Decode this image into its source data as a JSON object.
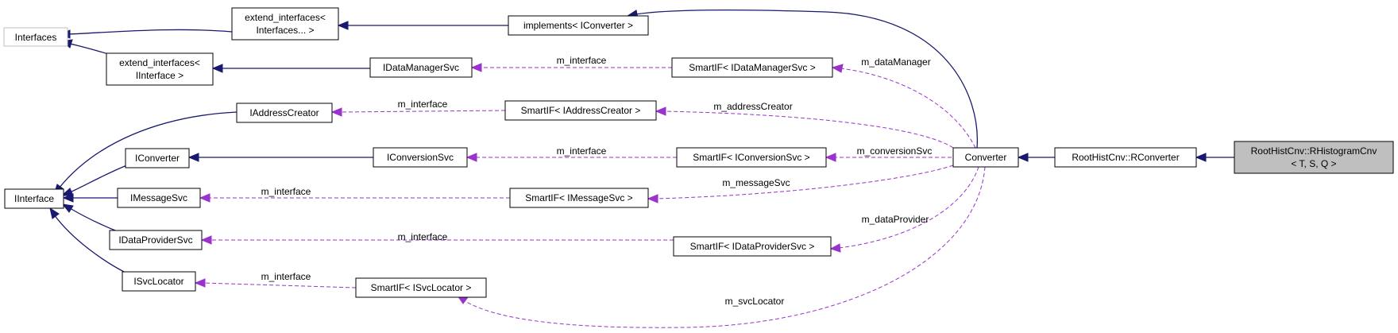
{
  "nodes": {
    "interfaces": "Interfaces",
    "extend_interfaces_variadic": [
      "extend_interfaces<",
      "Interfaces... >"
    ],
    "extend_interfaces_iinterface": [
      "extend_interfaces<",
      "IInterface >"
    ],
    "implements_iconverter": "implements< IConverter >",
    "iinterface": "IInterface",
    "iaddresscreator": "IAddressCreator",
    "iconverter": "IConverter",
    "imessagesvc": "IMessageSvc",
    "idataprovidersvc": "IDataProviderSvc",
    "isvclocator": "ISvcLocator",
    "idatamanagersvc": "IDataManagerSvc",
    "iconversionsvc": "IConversionSvc",
    "smartif_idatamanagersvc": "SmartIF< IDataManagerSvc >",
    "smartif_iaddresscreator": "SmartIF< IAddressCreator >",
    "smartif_iconversionsvc": "SmartIF< IConversionSvc >",
    "smartif_imessagesvc": "SmartIF< IMessageSvc >",
    "smartif_idataprovidersvc": "SmartIF< IDataProviderSvc >",
    "smartif_isvclocator": "SmartIF< ISvcLocator >",
    "converter": "Converter",
    "rconverter": "RootHistCnv::RConverter",
    "rhistogramcnv": [
      "RootHistCnv::RHistogramCnv",
      "< T, S, Q >"
    ]
  },
  "edge_labels": {
    "m_interface": "m_interface",
    "m_dataManager": "m_dataManager",
    "m_addressCreator": "m_addressCreator",
    "m_conversionSvc": "m_conversionSvc",
    "m_messageSvc": "m_messageSvc",
    "m_dataProvider": "m_dataProvider",
    "m_svcLocator": "m_svcLocator"
  },
  "colors": {
    "inheritance": "#191970",
    "usage": "#9a32cd",
    "focus_fill": "#bfbfbf",
    "external_border": "#bfbfbf"
  }
}
